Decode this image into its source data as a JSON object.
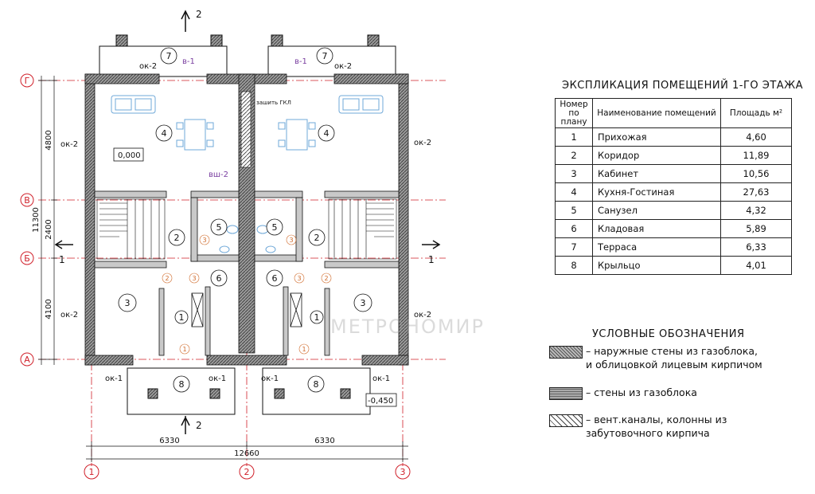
{
  "plan": {
    "axes_letters": [
      "Г",
      "В",
      "Б",
      "А"
    ],
    "axes_numbers": [
      "1",
      "2",
      "3"
    ],
    "dims_vertical": [
      "4800",
      "2400",
      "4100",
      "11300"
    ],
    "dims_horizontal": [
      "6330",
      "6330",
      "12660"
    ],
    "section_marks": [
      "2",
      "2",
      "1",
      "1"
    ],
    "level_top": "0,000",
    "level_bottom": "-0,450",
    "windows": [
      "ок-2",
      "ок-2",
      "ок-2",
      "ок-2",
      "ок-2",
      "ок-2",
      "ок-1",
      "ок-1",
      "ок-1",
      "ок-1"
    ],
    "doors": [
      "в-1",
      "в-1",
      "вш-2"
    ],
    "note": "зашить ГКЛ",
    "watermark": "МЕТРОНОМИР"
  },
  "explication": {
    "title": "ЭКСПЛИКАЦИЯ ПОМЕЩЕНИЙ   1-ГО ЭТАЖА",
    "headers": {
      "num": "Номер по плану",
      "name": "Наименование помещений",
      "area": "Площадь м²"
    },
    "rows": [
      {
        "num": "1",
        "name": "Прихожая",
        "area": "4,60"
      },
      {
        "num": "2",
        "name": "Коридор",
        "area": "11,89"
      },
      {
        "num": "3",
        "name": "Кабинет",
        "area": "10,56"
      },
      {
        "num": "4",
        "name": "Кухня-Гостиная",
        "area": "27,63"
      },
      {
        "num": "5",
        "name": "Санузел",
        "area": "4,32"
      },
      {
        "num": "6",
        "name": "Кладовая",
        "area": "5,89"
      },
      {
        "num": "7",
        "name": "Терраса",
        "area": "6,33"
      },
      {
        "num": "8",
        "name": "Крыльцо",
        "area": "4,01"
      }
    ]
  },
  "legend": {
    "title": "УСЛОВНЫЕ ОБОЗНАЧЕНИЯ",
    "items": [
      {
        "line1": "– наружные стены из газоблока,",
        "line2": "и облицовкой лицевым кирпичом",
        "pattern": "brick"
      },
      {
        "line1": "– стены из газоблока",
        "line2": "",
        "pattern": "block"
      },
      {
        "line1": "– вент.каналы, колонны из",
        "line2": "забутовочного кирпича",
        "pattern": "hatch"
      }
    ]
  },
  "colors": {
    "axis": "#d0202a",
    "lines": "#111111",
    "furniture": "#6fa8d8",
    "door_tag": "#7a3fa0",
    "room_tag": "#d06a2a"
  }
}
